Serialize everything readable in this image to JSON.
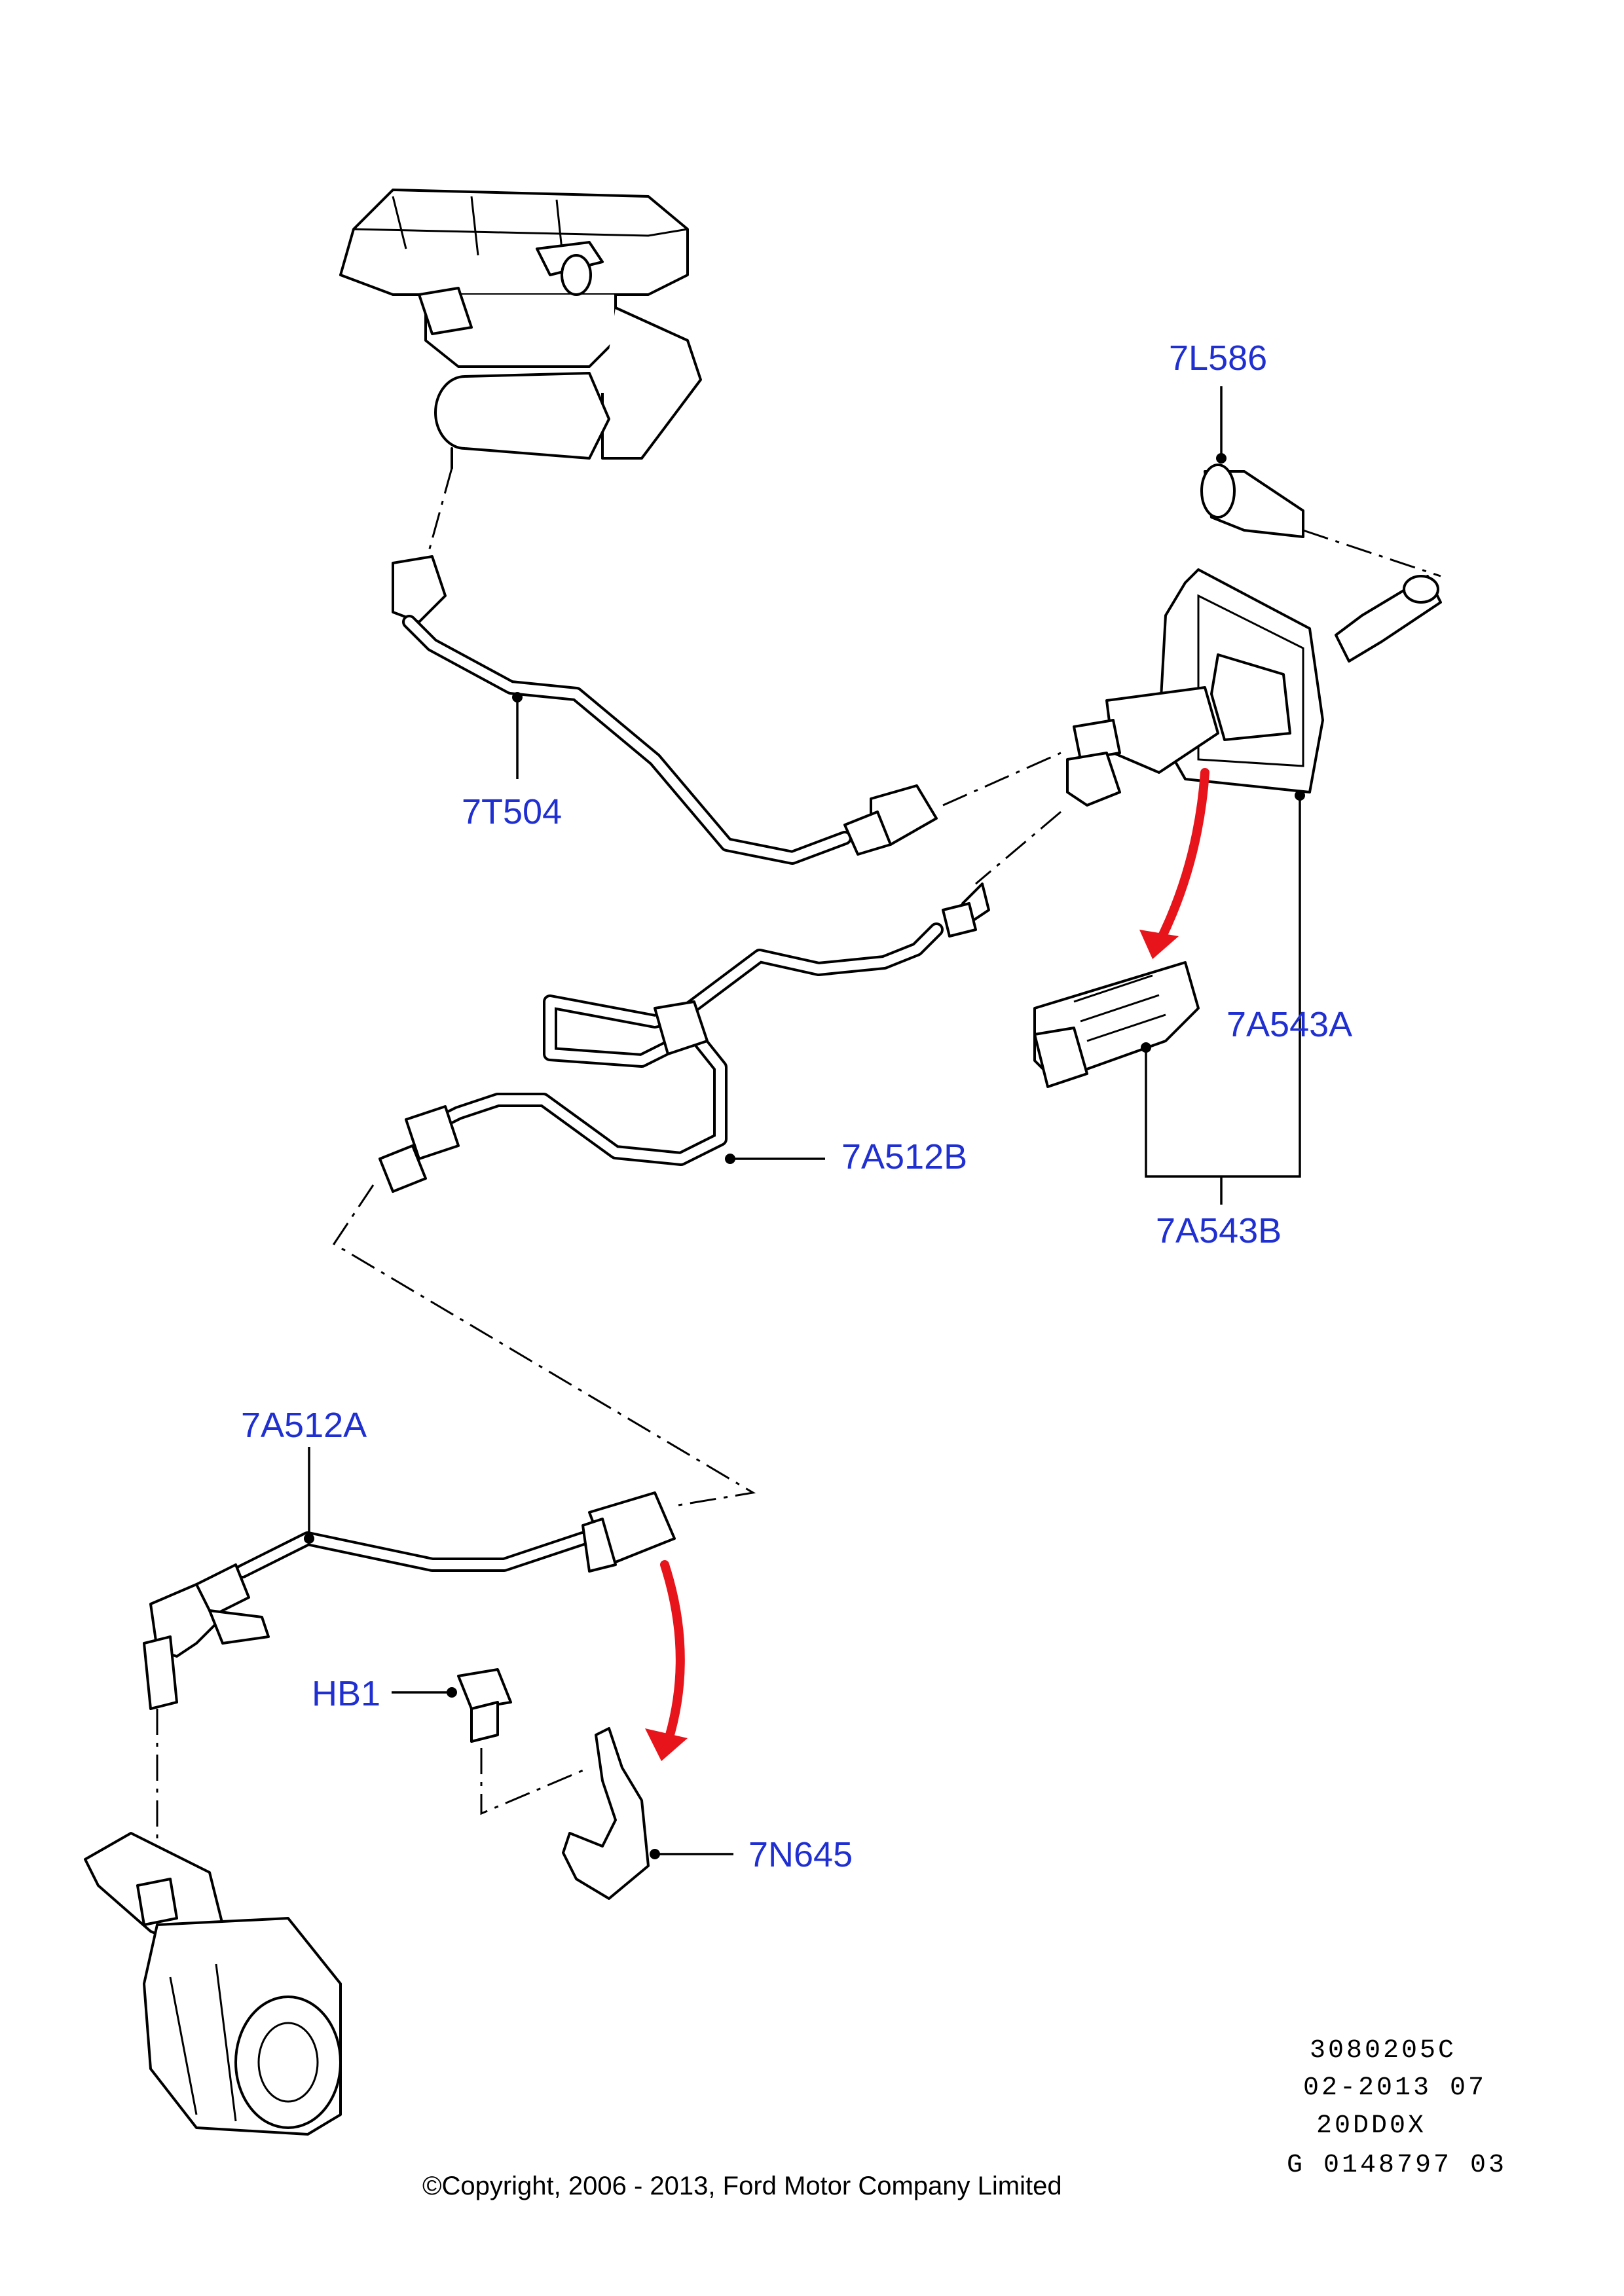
{
  "parts": {
    "p_7L586": "7L586",
    "p_7T504": "7T504",
    "p_7A543A": "7A543A",
    "p_7A512B": "7A512B",
    "p_7A543B": "7A543B",
    "p_7A512A": "7A512A",
    "p_HB1": "HB1",
    "p_7N645": "7N645"
  },
  "meta": {
    "line1": "3080205C",
    "line2": "02-2013 07",
    "line3": "20DD0X",
    "line4": "G 0148797 03"
  },
  "copyright": "©Copyright, 2006 - 2013, Ford Motor Company Limited",
  "colors": {
    "label": "#1f2fd1",
    "arrow": "#e8141b",
    "line": "#000000"
  }
}
